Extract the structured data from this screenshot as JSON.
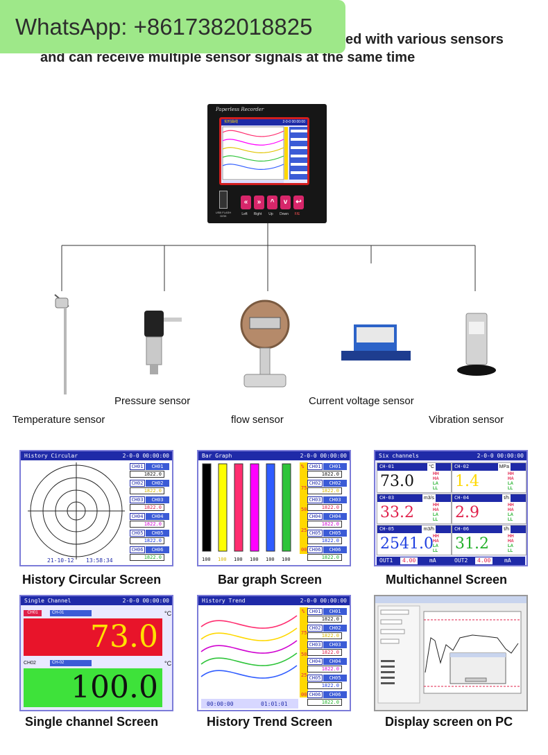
{
  "banner": {
    "text": "WhatsApp: +8617382018825"
  },
  "headline": {
    "line1": "ed with various sensors",
    "line2": "and can receive multiple sensor signals at the same time"
  },
  "recorder": {
    "brand": "Paperless Recorder",
    "screen_title": "实时曲线",
    "screen_clock": "2-0-0 00:00:00",
    "usb_label": "USB FLASH DISK",
    "keys": [
      {
        "symbol": "«",
        "label": "Left"
      },
      {
        "symbol": "»",
        "label": "Right"
      },
      {
        "symbol": "^",
        "label": "Up"
      },
      {
        "symbol": "v",
        "label": "Down"
      },
      {
        "symbol": "↩",
        "label": "F/E"
      }
    ]
  },
  "sensors": [
    {
      "label": "Temperature sensor"
    },
    {
      "label": "Pressure sensor"
    },
    {
      "label": "flow sensor"
    },
    {
      "label": "Current voltage sensor"
    },
    {
      "label": "Vibration sensor"
    }
  ],
  "screens": {
    "history_circular": {
      "header": "History Circular",
      "clock": "2-0-0 00:00:00",
      "date": "21-10-12",
      "time": "13:58:34",
      "caption": "History Circular Screen",
      "channels": [
        {
          "ch": "CH01",
          "val": "1822.0"
        },
        {
          "ch": "CH02",
          "val": "1822.0"
        },
        {
          "ch": "CH03",
          "val": "1822.0"
        },
        {
          "ch": "CH04",
          "val": "1822.0"
        },
        {
          "ch": "CH05",
          "val": "1822.0"
        },
        {
          "ch": "CH06",
          "val": "1822.0"
        }
      ]
    },
    "bar_graph": {
      "header": "Bar Graph",
      "clock": "2-0-0 00:00:00",
      "caption": "Bar graph Screen",
      "bottom_values": [
        "100",
        "100",
        "100",
        "100",
        "100",
        "100"
      ],
      "scale": [
        "%",
        "75",
        "50",
        "25",
        "00"
      ],
      "bar_colors": [
        "#000000",
        "#ffff00",
        "#ff2d6f",
        "#ff00ff",
        "#2f5cff",
        "#2ec43a"
      ],
      "channels": [
        {
          "ch": "CH01",
          "val": "1822.0"
        },
        {
          "ch": "CH02",
          "val": "1822.0"
        },
        {
          "ch": "CH03",
          "val": "1822.0"
        },
        {
          "ch": "CH04",
          "val": "1822.0"
        },
        {
          "ch": "CH05",
          "val": "1822.0"
        },
        {
          "ch": "CH06",
          "val": "1822.0"
        }
      ]
    },
    "multichannel": {
      "header": "Six channels",
      "clock": "2-0-0 00:00:00",
      "caption": "Multichannel Screen",
      "cells": [
        {
          "ch": "CH-01",
          "unit": "°C",
          "val": "73.0",
          "color": "#111111"
        },
        {
          "ch": "CH-02",
          "unit": "MPa",
          "val": "1.4",
          "color": "#ffd800"
        },
        {
          "ch": "CH-03",
          "unit": "m3/s",
          "val": "33.2",
          "color": "#e0204a"
        },
        {
          "ch": "CH-04",
          "unit": "t/h",
          "val": "2.9",
          "color": "#e0204a"
        },
        {
          "ch": "CH-05",
          "unit": "m3/h",
          "val": "2541.0",
          "color": "#2040e0"
        },
        {
          "ch": "CH-06",
          "unit": "t/h",
          "val": "31.2",
          "color": "#22b02a"
        }
      ],
      "alarms": [
        "HH",
        "HA",
        "LA",
        "LL"
      ],
      "out1_label": "OUT1",
      "out1_value": "4.00",
      "out1_unit": "mA",
      "out2_label": "OUT2",
      "out2_value": "4.00",
      "out2_unit": "mA"
    },
    "single_channel": {
      "header": "Single Channel",
      "clock": "2-0-0 00:00:00",
      "caption": "Single channel Screen",
      "ch1_tag": "CH01",
      "ch1_name": "CH-01",
      "ch1_value": "73.0",
      "ch1_unit": "°C",
      "ch2_tag": "CH02",
      "ch2_name": "CH-02",
      "ch2_value": "100.0",
      "ch2_unit": "°C"
    },
    "history_trend": {
      "header": "History Trend",
      "clock": "2-0-0 00:00:00",
      "start": "00:00:00",
      "end": "01:01:01",
      "caption": "History Trend Screen",
      "scale": [
        "%",
        "75",
        "50",
        "25",
        "00"
      ],
      "channels": [
        {
          "ch": "CH01",
          "val": "1822.0"
        },
        {
          "ch": "CH02",
          "val": "1822.0"
        },
        {
          "ch": "CH03",
          "val": "1822.0"
        },
        {
          "ch": "CH04",
          "val": "1822.0"
        },
        {
          "ch": "CH05",
          "val": "1822.0"
        },
        {
          "ch": "CH06",
          "val": "1822.0"
        }
      ]
    },
    "pc": {
      "caption": "Display screen on PC"
    }
  }
}
